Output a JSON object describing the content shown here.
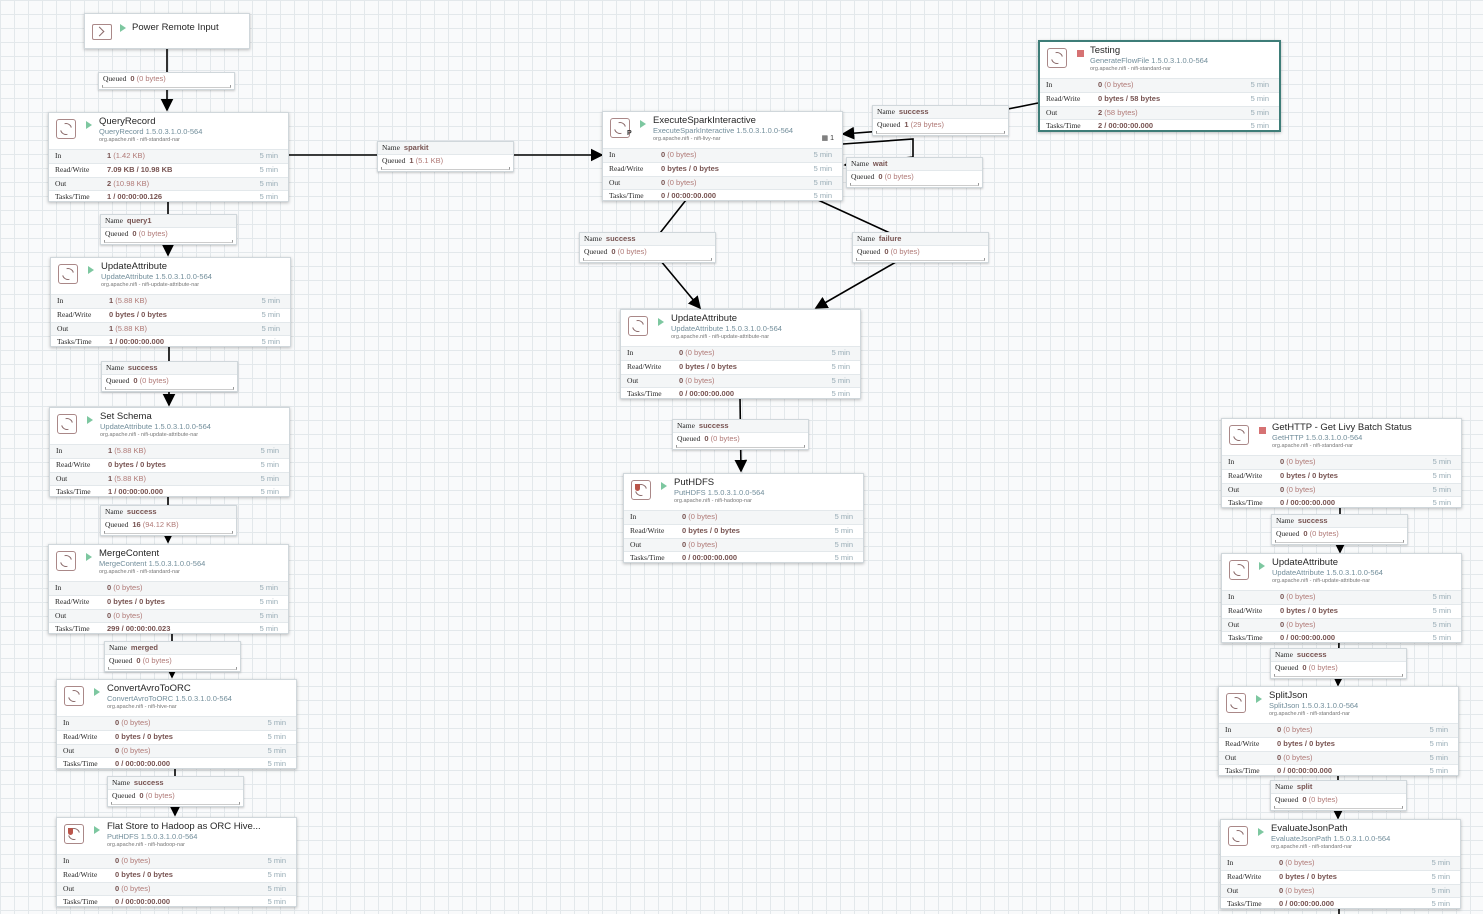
{
  "canvas": {
    "grid": true
  },
  "input_port": {
    "name": "Power Remote Input",
    "state": "running",
    "queued": {
      "count": "0",
      "size": "(0 bytes)"
    }
  },
  "processors": [
    {
      "id": "queryrecord",
      "name": "QueryRecord",
      "type": "QueryRecord 1.5.0.3.1.0.0-564",
      "bundle": "org.apache.nifi - nifi-standard-nar",
      "state": "running",
      "stats": {
        "in": [
          "1",
          "(1.42 KB)"
        ],
        "rw": "7.09 KB / 10.98 KB",
        "out": [
          "2",
          "(10.98 KB)"
        ],
        "tasks": "1 / 00:00:00.126"
      },
      "window": "5 min"
    },
    {
      "id": "updateattr1",
      "name": "UpdateAttribute",
      "type": "UpdateAttribute 1.5.0.3.1.0.0-564",
      "bundle": "org.apache.nifi - nifi-update-attribute-nar",
      "state": "running",
      "stats": {
        "in": [
          "1",
          "(5.88 KB)"
        ],
        "rw": "0 bytes / 0 bytes",
        "out": [
          "1",
          "(5.88 KB)"
        ],
        "tasks": "1 / 00:00:00.000"
      },
      "window": "5 min"
    },
    {
      "id": "setschema",
      "name": "Set Schema",
      "type": "UpdateAttribute 1.5.0.3.1.0.0-564",
      "bundle": "org.apache.nifi - nifi-update-attribute-nar",
      "state": "running",
      "stats": {
        "in": [
          "1",
          "(5.88 KB)"
        ],
        "rw": "0 bytes / 0 bytes",
        "out": [
          "1",
          "(5.88 KB)"
        ],
        "tasks": "1 / 00:00:00.000"
      },
      "window": "5 min"
    },
    {
      "id": "mergecontent",
      "name": "MergeContent",
      "type": "MergeContent 1.5.0.3.1.0.0-564",
      "bundle": "org.apache.nifi - nifi-standard-nar",
      "state": "running",
      "stats": {
        "in": [
          "0",
          "(0 bytes)"
        ],
        "rw": "0 bytes / 0 bytes",
        "out": [
          "0",
          "(0 bytes)"
        ],
        "tasks": "299 / 00:00:00.023"
      },
      "window": "5 min"
    },
    {
      "id": "convertorc",
      "name": "ConvertAvroToORC",
      "type": "ConvertAvroToORC 1.5.0.3.1.0.0-564",
      "bundle": "org.apache.nifi - nifi-hive-nar",
      "state": "running",
      "stats": {
        "in": [
          "0",
          "(0 bytes)"
        ],
        "rw": "0 bytes / 0 bytes",
        "out": [
          "0",
          "(0 bytes)"
        ],
        "tasks": "0 / 00:00:00.000"
      },
      "window": "5 min"
    },
    {
      "id": "flatstore",
      "name": "Flat Store to Hadoop as ORC Hive...",
      "type": "PutHDFS 1.5.0.3.1.0.0-564",
      "bundle": "org.apache.nifi - nifi-hadoop-nar",
      "state": "running",
      "restricted": true,
      "stats": {
        "in": [
          "0",
          "(0 bytes)"
        ],
        "rw": "0 bytes / 0 bytes",
        "out": [
          "0",
          "(0 bytes)"
        ],
        "tasks": "0 / 00:00:00.000"
      },
      "window": "5 min"
    },
    {
      "id": "spark",
      "name": "ExecuteSparkInteractive",
      "type": "ExecuteSparkInteractive 1.5.0.3.1.0.0-564",
      "bundle": "org.apache.nifi - nifi-livy-nar",
      "state": "running",
      "primary": "P",
      "threads": "1",
      "stats": {
        "in": [
          "0",
          "(0 bytes)"
        ],
        "rw": "0 bytes / 0 bytes",
        "out": [
          "0",
          "(0 bytes)"
        ],
        "tasks": "0 / 00:00:00.000"
      },
      "window": "5 min"
    },
    {
      "id": "testing",
      "name": "Testing",
      "type": "GenerateFlowFile 1.5.0.3.1.0.0-564",
      "bundle": "org.apache.nifi - nifi-standard-nar",
      "state": "stopped",
      "selected": true,
      "stats": {
        "in": [
          "0",
          "(0 bytes)"
        ],
        "rw": "0 bytes / 58 bytes",
        "out": [
          "2",
          "(58 bytes)"
        ],
        "tasks": "2 / 00:00:00.000"
      },
      "window": "5 min"
    },
    {
      "id": "updateattr2",
      "name": "UpdateAttribute",
      "type": "UpdateAttribute 1.5.0.3.1.0.0-564",
      "bundle": "org.apache.nifi - nifi-update-attribute-nar",
      "state": "running",
      "stats": {
        "in": [
          "0",
          "(0 bytes)"
        ],
        "rw": "0 bytes / 0 bytes",
        "out": [
          "0",
          "(0 bytes)"
        ],
        "tasks": "0 / 00:00:00.000"
      },
      "window": "5 min"
    },
    {
      "id": "puthdfs",
      "name": "PutHDFS",
      "type": "PutHDFS 1.5.0.3.1.0.0-564",
      "bundle": "org.apache.nifi - nifi-hadoop-nar",
      "state": "running",
      "restricted": true,
      "stats": {
        "in": [
          "0",
          "(0 bytes)"
        ],
        "rw": "0 bytes / 0 bytes",
        "out": [
          "0",
          "(0 bytes)"
        ],
        "tasks": "0 / 00:00:00.000"
      },
      "window": "5 min"
    },
    {
      "id": "gethttp",
      "name": "GetHTTP - Get Livy Batch Status",
      "type": "GetHTTP 1.5.0.3.1.0.0-564",
      "bundle": "org.apache.nifi - nifi-standard-nar",
      "state": "stopped",
      "stats": {
        "in": [
          "0",
          "(0 bytes)"
        ],
        "rw": "0 bytes / 0 bytes",
        "out": [
          "0",
          "(0 bytes)"
        ],
        "tasks": "0 / 00:00:00.000"
      },
      "window": "5 min"
    },
    {
      "id": "updateattr3",
      "name": "UpdateAttribute",
      "type": "UpdateAttribute 1.5.0.3.1.0.0-564",
      "bundle": "org.apache.nifi - nifi-update-attribute-nar",
      "state": "running",
      "stats": {
        "in": [
          "0",
          "(0 bytes)"
        ],
        "rw": "0 bytes / 0 bytes",
        "out": [
          "0",
          "(0 bytes)"
        ],
        "tasks": "0 / 00:00:00.000"
      },
      "window": "5 min"
    },
    {
      "id": "splitjson",
      "name": "SplitJson",
      "type": "SplitJson 1.5.0.3.1.0.0-564",
      "bundle": "org.apache.nifi - nifi-standard-nar",
      "state": "running",
      "stats": {
        "in": [
          "0",
          "(0 bytes)"
        ],
        "rw": "0 bytes / 0 bytes",
        "out": [
          "0",
          "(0 bytes)"
        ],
        "tasks": "0 / 00:00:00.000"
      },
      "window": "5 min"
    },
    {
      "id": "evaljson",
      "name": "EvaluateJsonPath",
      "type": "EvaluateJsonPath 1.5.0.3.1.0.0-564",
      "bundle": "org.apache.nifi - nifi-standard-nar",
      "state": "running",
      "stats": {
        "in": [
          "0",
          "(0 bytes)"
        ],
        "rw": "0 bytes / 0 bytes",
        "out": [
          "0",
          "(0 bytes)"
        ],
        "tasks": "0 / 00:00:00.000"
      },
      "window": "5 min"
    }
  ],
  "stat_labels": {
    "in": "In",
    "rw": "Read/Write",
    "out": "Out",
    "tasks": "Tasks/Time"
  },
  "conn_labels": {
    "name": "Name",
    "queued": "Queued"
  },
  "connections": [
    {
      "id": "c1",
      "name": "query1",
      "count": "0",
      "size": "(0 bytes)"
    },
    {
      "id": "c2",
      "name": "success",
      "count": "0",
      "size": "(0 bytes)"
    },
    {
      "id": "c3",
      "name": "success",
      "count": "16",
      "size": "(94.12 KB)"
    },
    {
      "id": "c4",
      "name": "merged",
      "count": "0",
      "size": "(0 bytes)"
    },
    {
      "id": "c5",
      "name": "success",
      "count": "0",
      "size": "(0 bytes)"
    },
    {
      "id": "c6",
      "name": "sparkit",
      "count": "1",
      "size": "(5.1 KB)"
    },
    {
      "id": "c7",
      "name": "success",
      "count": "1",
      "size": "(29 bytes)"
    },
    {
      "id": "c8",
      "name": "wait",
      "count": "0",
      "size": "(0 bytes)"
    },
    {
      "id": "c9",
      "name": "success",
      "count": "0",
      "size": "(0 bytes)"
    },
    {
      "id": "c10",
      "name": "failure",
      "count": "0",
      "size": "(0 bytes)"
    },
    {
      "id": "c11",
      "name": "success",
      "count": "0",
      "size": "(0 bytes)"
    },
    {
      "id": "c12",
      "name": "success",
      "count": "0",
      "size": "(0 bytes)"
    },
    {
      "id": "c13",
      "name": "success",
      "count": "0",
      "size": "(0 bytes)"
    },
    {
      "id": "c14",
      "name": "split",
      "count": "0",
      "size": "(0 bytes)"
    }
  ],
  "colors": {
    "running": "#7dc7a0",
    "stopped": "#d67273",
    "selected_border": "#3e7d78",
    "value": "#775351",
    "type_text": "#728e9b"
  }
}
